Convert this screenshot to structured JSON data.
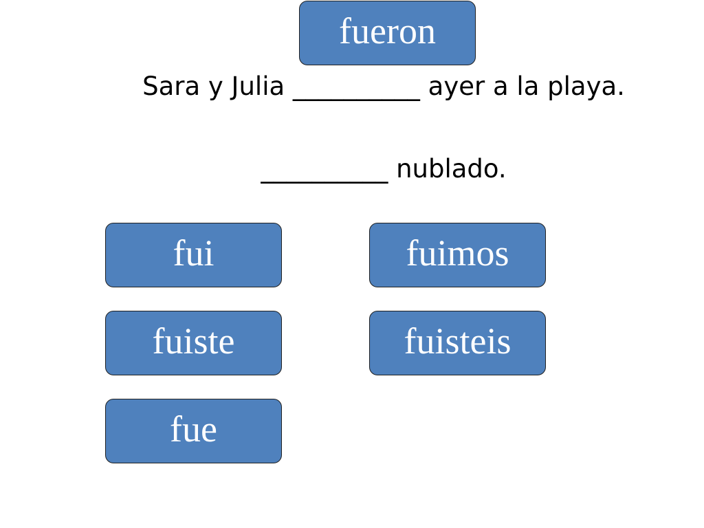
{
  "sentences": [
    "Sara y Julia __________ ayer a la playa.",
    "__________ nublado."
  ],
  "tiles": {
    "fueron": "fueron",
    "fui": "fui",
    "fuimos": "fuimos",
    "fuiste": "fuiste",
    "fuisteis": "fuisteis",
    "fue": "fue"
  },
  "colors": {
    "tile_fill": "#4f81bd",
    "tile_border": "#1f1f1f",
    "tile_text": "#ffffff",
    "sentence_text": "#000000"
  }
}
